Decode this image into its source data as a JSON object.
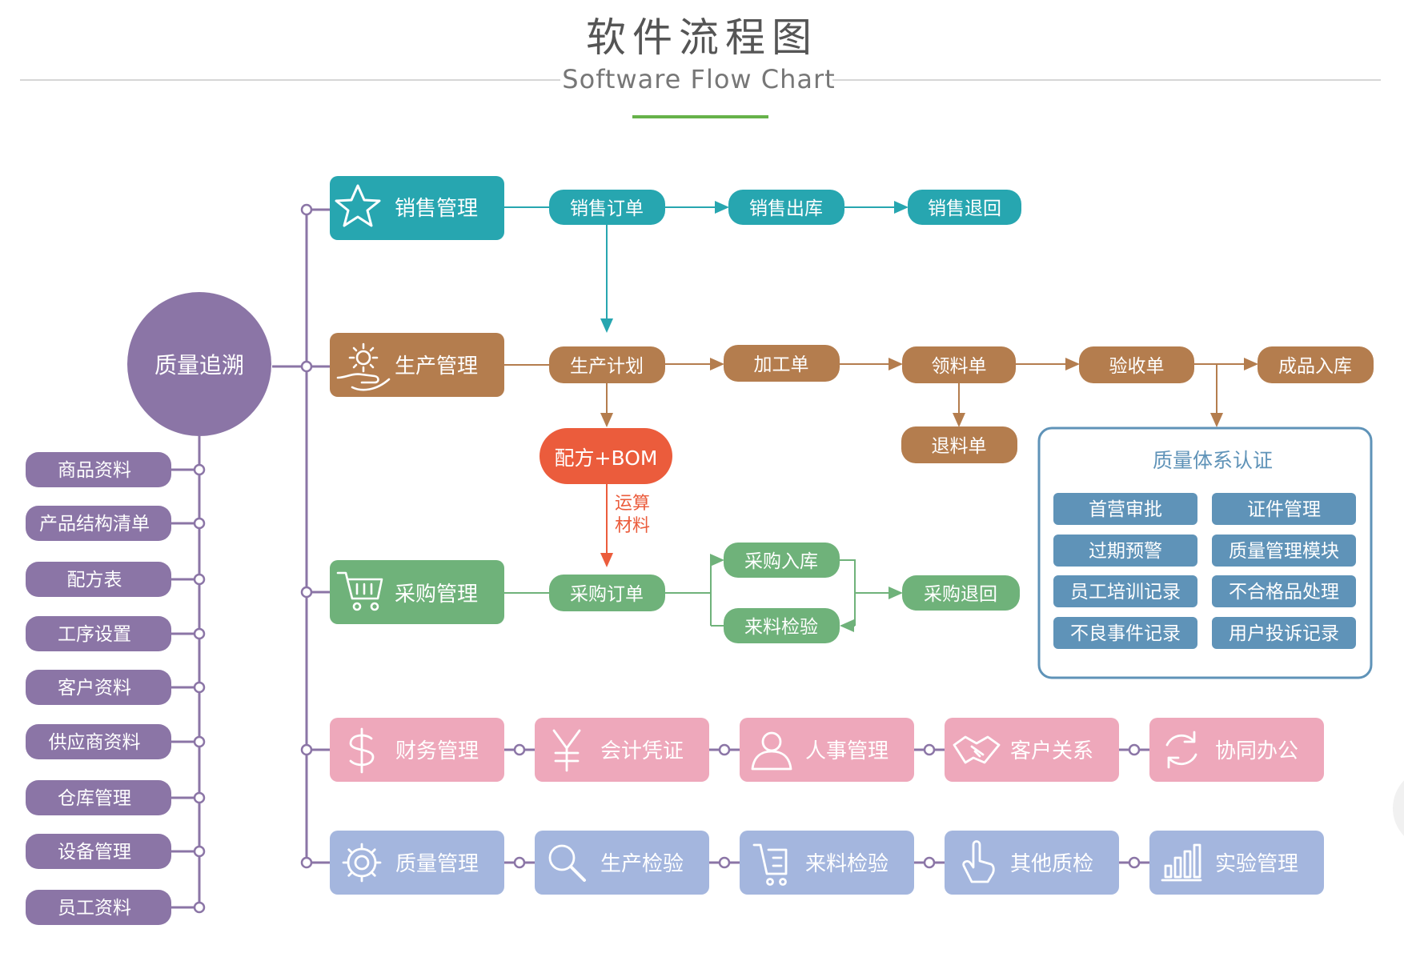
{
  "header": {
    "title_cn": "软件流程图",
    "title_en": "Software Flow Chart"
  },
  "colors": {
    "purple": "#8b75a6",
    "teal": "#27a6b0",
    "brown": "#b47d4e",
    "green": "#6fb27a",
    "orange": "#eb5c3c",
    "pink": "#eea8bb",
    "lavender": "#a4b6de",
    "steel": "#5f93b8",
    "accent_green": "#66b24a",
    "grey_line": "#c8c8c8"
  },
  "center": {
    "label": "质量追溯"
  },
  "left_list": [
    "商品资料",
    "产品结构清单",
    "配方表",
    "工序设置",
    "客户资料",
    "供应商资料",
    "仓库管理",
    "设备管理",
    "员工资料"
  ],
  "modules": {
    "sales": {
      "label": "销售管理",
      "icon": "star-icon"
    },
    "production": {
      "label": "生产管理",
      "icon": "gear-hand-icon"
    },
    "purchase": {
      "label": "采购管理",
      "icon": "cart-icon"
    }
  },
  "sales_flow": [
    "销售订单",
    "销售出库",
    "销售退回"
  ],
  "production_flow": [
    "生产计划",
    "加工单",
    "领料单",
    "验收单",
    "成品入库"
  ],
  "return_material": "退料单",
  "bom": {
    "label": "配方+BOM",
    "note_line1": "运算",
    "note_line2": "材料"
  },
  "purchase_flow": {
    "order": "采购订单",
    "inbound": "采购入库",
    "inspect": "来料检验",
    "return": "采购退回"
  },
  "quality_system": {
    "title": "质量体系认证",
    "items": [
      "首营审批",
      "证件管理",
      "过期预警",
      "质量管理模块",
      "员工培训记录",
      "不合格品处理",
      "不良事件记录",
      "用户投诉记录"
    ]
  },
  "pink_row": [
    {
      "label": "财务管理",
      "icon": "dollar-icon"
    },
    {
      "label": "会计凭证",
      "icon": "yen-icon"
    },
    {
      "label": "人事管理",
      "icon": "person-icon"
    },
    {
      "label": "客户关系",
      "icon": "handshake-icon"
    },
    {
      "label": "协同办公",
      "icon": "sync-icon"
    }
  ],
  "blue_row": [
    {
      "label": "质量管理",
      "icon": "gear-icon"
    },
    {
      "label": "生产检验",
      "icon": "magnifier-icon"
    },
    {
      "label": "来料检验",
      "icon": "checklist-cart-icon"
    },
    {
      "label": "其他质检",
      "icon": "hand-pointer-icon"
    },
    {
      "label": "实验管理",
      "icon": "bar-chart-icon"
    }
  ]
}
